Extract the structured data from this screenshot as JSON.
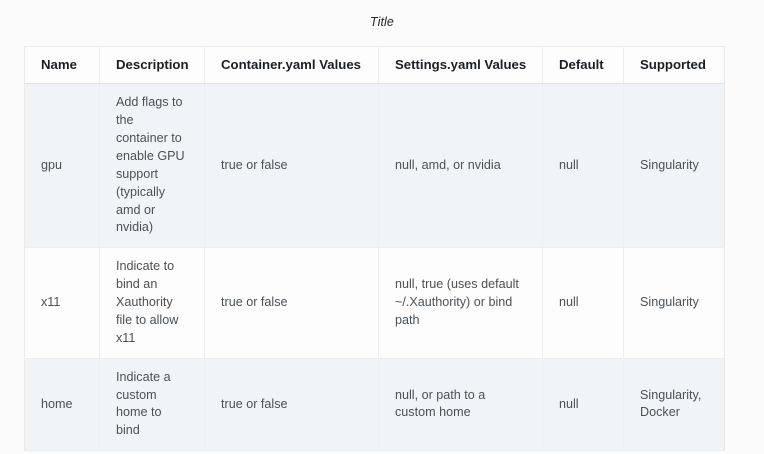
{
  "table": {
    "title": "Title",
    "columns": [
      "Name",
      "Description",
      "Container.yaml Values",
      "Settings.yaml Values",
      "Default",
      "Supported"
    ],
    "rows": [
      {
        "name": "gpu",
        "description": "Add flags to the container to enable GPU support (typically amd or nvidia)",
        "container_yaml_values": "true or false",
        "settings_yaml_values": "null, amd, or nvidia",
        "default": "null",
        "supported": "Singularity"
      },
      {
        "name": "x11",
        "description": "Indicate to bind an Xauthority file to allow x11",
        "container_yaml_values": "true or false",
        "settings_yaml_values": "null, true (uses default ~/.Xauthority) or bind path",
        "default": "null",
        "supported": "Singularity"
      },
      {
        "name": "home",
        "description": "Indicate a custom home to bind",
        "container_yaml_values": "true or false",
        "settings_yaml_values": "null, or path to a custom home",
        "default": "null",
        "supported": "Singularity, Docker"
      }
    ]
  },
  "colors": {
    "page_background": "#fbfbfb",
    "header_background": "#fdfdfd",
    "row_stripe": "#f1f4f6",
    "row_plain": "#fdfdfd",
    "border": "#eceef0",
    "text": "#4a5157",
    "heading_text": "#1b1f23"
  }
}
